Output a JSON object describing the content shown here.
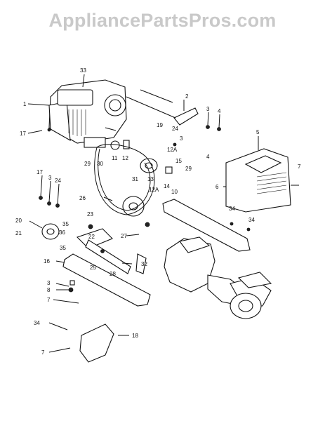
{
  "watermark": "AppliancePartsPros.com",
  "callouts": [
    "33",
    "1",
    "17",
    "2",
    "3",
    "4",
    "5",
    "19",
    "24",
    "3",
    "4",
    "29",
    "11",
    "12",
    "12A",
    "13",
    "29",
    "30",
    "15",
    "14",
    "17",
    "3",
    "24",
    "31",
    "26",
    "7",
    "6",
    "12A",
    "10",
    "34",
    "23",
    "20",
    "21",
    "35",
    "22",
    "27",
    "34",
    "36",
    "25",
    "28",
    "32",
    "35",
    "16",
    "3",
    "8",
    "7",
    "34",
    "18",
    "7"
  ]
}
